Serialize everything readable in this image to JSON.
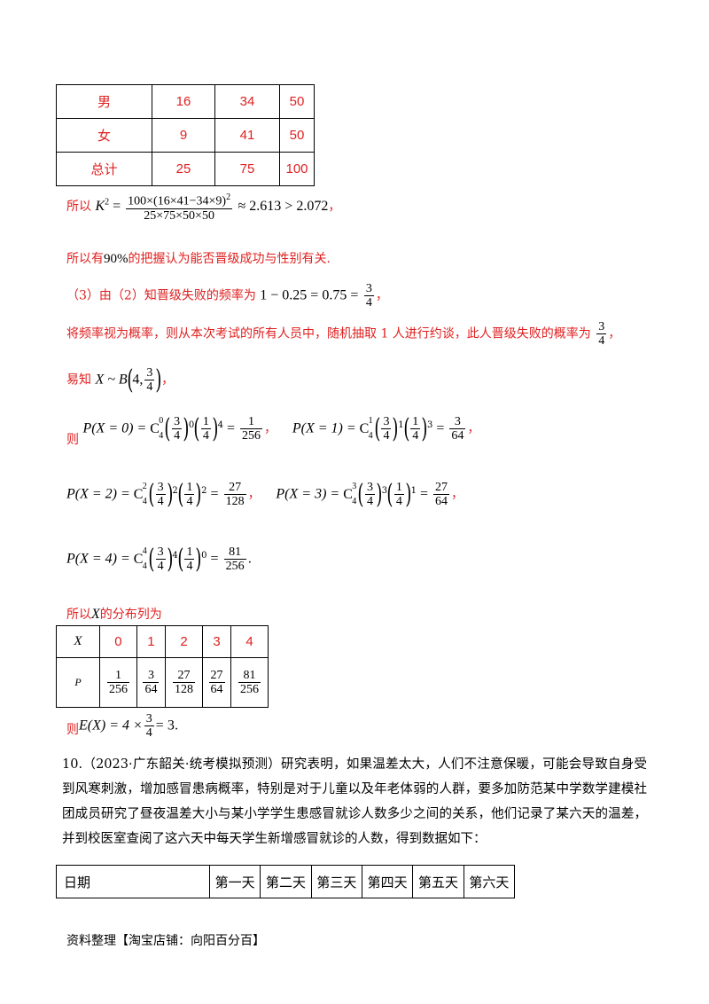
{
  "table1": {
    "rows": [
      [
        "男",
        "16",
        "34",
        "50"
      ],
      [
        "女",
        "9",
        "41",
        "50"
      ],
      [
        "总计",
        "25",
        "75",
        "100"
      ]
    ]
  },
  "line_k2": {
    "prefix": "所以",
    "lhs": "K",
    "lhs_sup": "2",
    "num": "100×(16×41−34×9)",
    "num_sup": "2",
    "den": "25×75×50×50",
    "rhs": "≈ 2.613 > 2.072",
    "comma": "，"
  },
  "line_conclusion": {
    "pre": "所以有",
    "pct": "90%",
    "post": "的把握认为能否晋级成功与性别有关."
  },
  "line_3": {
    "text": "（3）由（2）知晋级失败的频率为",
    "expr": "1 − 0.25 = 0.75 =",
    "fnum": "3",
    "fden": "4",
    "comma": "，"
  },
  "line_prob": {
    "text": "将频率视为概率，则从本次考试的所有人员中，随机抽取 1 人进行约谈，此人晋级失败的概率为",
    "fnum": "3",
    "fden": "4",
    "comma": "，"
  },
  "line_binom": {
    "text": "易知",
    "expr": "X ~ B",
    "arg1": "4,",
    "fnum": "3",
    "fden": "4",
    "comma": "，"
  },
  "probs": {
    "then": "则",
    "p0": {
      "lhs": "P(X = 0) = ",
      "c_sup": "0",
      "c_sub": "4",
      "e1": "0",
      "e2": "4",
      "rnum": "1",
      "rden": "256",
      "end": "，"
    },
    "p1": {
      "lhs": "P(X = 1) = ",
      "c_sup": "1",
      "c_sub": "4",
      "e1": "1",
      "e2": "3",
      "rnum": "3",
      "rden": "64",
      "end": "，"
    },
    "p2": {
      "lhs": "P(X = 2) = ",
      "c_sup": "2",
      "c_sub": "4",
      "e1": "2",
      "e2": "2",
      "rnum": "27",
      "rden": "128",
      "end": "，"
    },
    "p3": {
      "lhs": "P(X = 3) = ",
      "c_sup": "3",
      "c_sub": "4",
      "e1": "3",
      "e2": "1",
      "rnum": "27",
      "rden": "64",
      "end": "，"
    },
    "p4": {
      "lhs": "P(X = 4) = ",
      "c_sup": "4",
      "c_sub": "4",
      "e1": "4",
      "e2": "0",
      "rnum": "81",
      "rden": "256",
      "end": "."
    },
    "c_letter": "C",
    "f34_num": "3",
    "f34_den": "4",
    "f14_num": "1",
    "f14_den": "4"
  },
  "dist_intro": {
    "pre": "所以",
    "var": "X",
    "post": "的分布列为"
  },
  "dist_table": {
    "x_label": "X",
    "x_values": [
      "0",
      "1",
      "2",
      "3",
      "4"
    ],
    "p_label": "P",
    "p_values": [
      [
        "1",
        "256"
      ],
      [
        "3",
        "64"
      ],
      [
        "27",
        "128"
      ],
      [
        "27",
        "64"
      ],
      [
        "81",
        "256"
      ]
    ]
  },
  "expectation": {
    "pre": "则",
    "expr": "E(X) = 4 ×",
    "fnum": "3",
    "fden": "4",
    "rhs": "= 3",
    "end": "."
  },
  "problem10": {
    "text": "10.（2023·广东韶关·统考模拟预测）研究表明，如果温差太大，人们不注意保暖，可能会导致自身受到风寒刺激，增加感冒患病概率，特别是对于儿童以及年老体弱的人群，要多加防范某中学数学建模社团成员研究了昼夜温差大小与某小学学生患感冒就诊人数多少之间的关系，他们记录了某六天的温差，并到校医室查阅了这六天中每天学生新增感冒就诊的人数，得到数据如下："
  },
  "table3": {
    "first": "日期",
    "days": [
      "第一天",
      "第二天",
      "第三天",
      "第四天",
      "第五天",
      "第六天"
    ]
  },
  "footer": "资料整理【淘宝店铺：向阳百分百】"
}
